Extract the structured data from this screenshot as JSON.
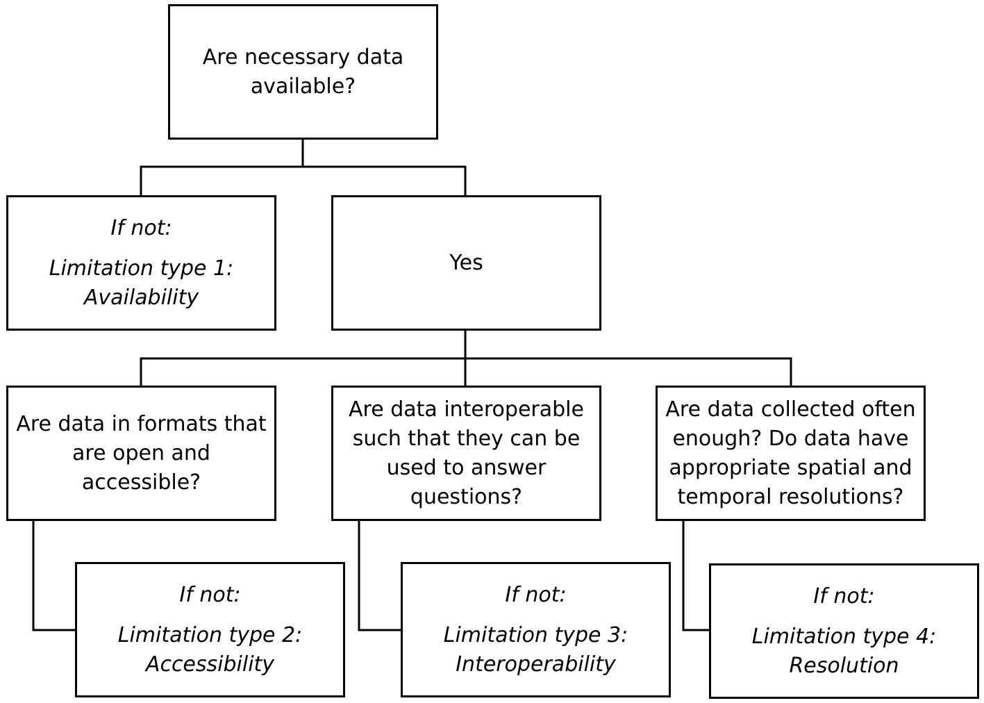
{
  "diagram": {
    "root": {
      "question": "Are necessary data\navailable?"
    },
    "not_available": {
      "if_not": "If not:",
      "limitation": "Limitation type 1:\nAvailability"
    },
    "yes": {
      "label": "Yes"
    },
    "accessibility_question": {
      "question": "Are data in formats that\nare open and\naccessible?"
    },
    "interoperability_question": {
      "question": "Are data interoperable\nsuch that they can be\nused to answer\nquestions?"
    },
    "resolution_question": {
      "question": "Are data collected often\nenough? Do data have\nappropriate spatial and\ntemporal resolutions?"
    },
    "limitation_2": {
      "if_not": "If not:",
      "limitation": "Limitation type 2:\nAccessibility"
    },
    "limitation_3": {
      "if_not": "If not:",
      "limitation": "Limitation type 3:\nInteroperability"
    },
    "limitation_4": {
      "if_not": "If not:",
      "limitation": "Limitation type 4:\nResolution"
    }
  },
  "colors": {
    "line": "#000000",
    "box_fill": "#ffffff",
    "background": "#ffffff"
  }
}
